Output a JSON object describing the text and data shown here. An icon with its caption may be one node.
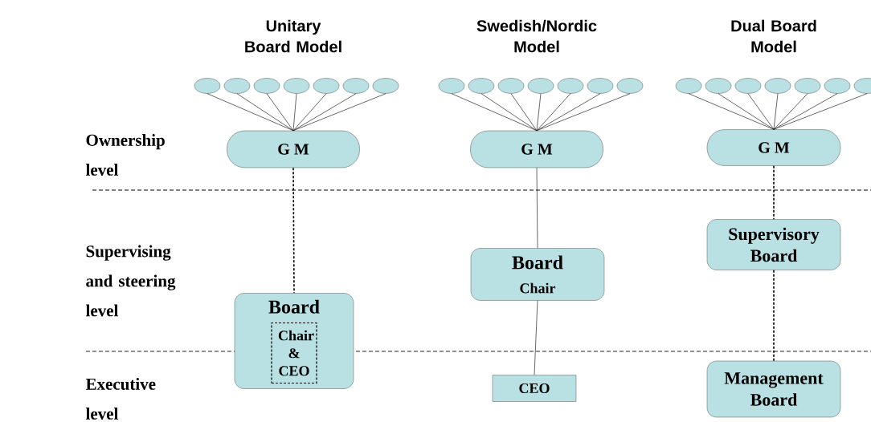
{
  "diagram": {
    "nodes": [
      {
        "text": [],
        "shape": "ellipse"
      },
      {
        "text": [],
        "shape": "ellipse"
      },
      {
        "text": [],
        "shape": "ellipse"
      },
      {
        "text": [],
        "shape": "ellipse"
      },
      {
        "text": [],
        "shape": "ellipse"
      },
      {
        "text": [],
        "shape": "ellipse"
      },
      {
        "text": [],
        "shape": "ellipse"
      },
      {
        "text": [
          "G M"
        ]
      },
      {
        "text": [
          "Board"
        ]
      },
      {
        "text": [
          "Chair & CEO"
        ],
        "in": 8
      },
      {
        "text": [],
        "shape": "ellipse"
      },
      {
        "text": [],
        "shape": "ellipse"
      },
      {
        "text": [],
        "shape": "ellipse"
      },
      {
        "text": [],
        "shape": "ellipse"
      },
      {
        "text": [],
        "shape": "ellipse"
      },
      {
        "text": [],
        "shape": "ellipse"
      },
      {
        "text": [],
        "shape": "ellipse"
      },
      {
        "text": [
          "G M"
        ]
      },
      {
        "text": [
          "Board",
          "Chair"
        ]
      },
      {
        "text": [
          "CEO"
        ]
      },
      {
        "text": [],
        "shape": "ellipse"
      },
      {
        "text": [],
        "shape": "ellipse"
      },
      {
        "text": [],
        "shape": "ellipse"
      },
      {
        "text": [],
        "shape": "ellipse"
      },
      {
        "text": [],
        "shape": "ellipse"
      },
      {
        "text": [],
        "shape": "ellipse"
      },
      {
        "text": [],
        "shape": "ellipse"
      },
      {
        "text": [
          "G M"
        ]
      },
      {
        "text": [
          "Supervisory Board"
        ]
      },
      {
        "text": [
          "Management Board"
        ]
      }
    ],
    "edges": [
      {
        "from": 0,
        "to": 7,
        "arrow": "none"
      },
      {
        "from": 1,
        "to": 7,
        "arrow": "none"
      },
      {
        "from": 2,
        "to": 7,
        "arrow": "none"
      },
      {
        "from": 3,
        "to": 7,
        "arrow": "none"
      },
      {
        "from": 4,
        "to": 7,
        "arrow": "none"
      },
      {
        "from": 5,
        "to": 7,
        "arrow": "none"
      },
      {
        "from": 6,
        "to": 7,
        "arrow": "none"
      },
      {
        "from": 7,
        "to": 8,
        "arrow": "none",
        "style": "dashed"
      },
      {
        "from": 10,
        "to": 17,
        "arrow": "none"
      },
      {
        "from": 11,
        "to": 17,
        "arrow": "none"
      },
      {
        "from": 12,
        "to": 17,
        "arrow": "none"
      },
      {
        "from": 13,
        "to": 17,
        "arrow": "none"
      },
      {
        "from": 14,
        "to": 17,
        "arrow": "none"
      },
      {
        "from": 15,
        "to": 17,
        "arrow": "none"
      },
      {
        "from": 16,
        "to": 17,
        "arrow": "none"
      },
      {
        "from": 17,
        "to": 18,
        "arrow": "none"
      },
      {
        "from": 18,
        "to": 19,
        "arrow": "none"
      },
      {
        "from": 20,
        "to": 27,
        "arrow": "none"
      },
      {
        "from": 21,
        "to": 27,
        "arrow": "none"
      },
      {
        "from": 22,
        "to": 27,
        "arrow": "none"
      },
      {
        "from": 23,
        "to": 27,
        "arrow": "none"
      },
      {
        "from": 24,
        "to": 27,
        "arrow": "none"
      },
      {
        "from": 25,
        "to": 27,
        "arrow": "none"
      },
      {
        "from": 26,
        "to": 27,
        "arrow": "none"
      },
      {
        "from": 27,
        "to": 28,
        "arrow": "none",
        "style": "dashed"
      },
      {
        "from": 28,
        "to": 29,
        "arrow": "none",
        "style": "dashed"
      }
    ],
    "labels": [
      "Unitary Board Model",
      "Swedish/Nordic Model",
      "Dual Board Model",
      "Ownership level",
      "Supervising and steering level",
      "Executive level"
    ]
  }
}
